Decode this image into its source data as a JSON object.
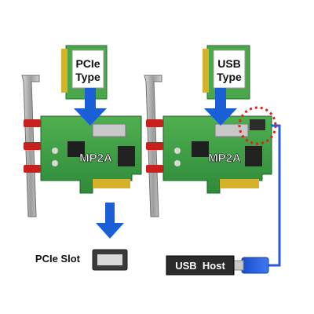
{
  "left_panel": {
    "card_label_line1": "PCIe",
    "card_label_line2": "Type",
    "board_label": "MP2A",
    "slot_label": "PCIe Slot"
  },
  "right_panel": {
    "card_label_line1": "USB",
    "card_label_line2": "Type",
    "board_label": "MP2A",
    "host_label": "USB  Host"
  },
  "colors": {
    "arrow_blue": "#1b5fd6",
    "pcb_green": "#3f9f45",
    "antenna_red": "#c8211d",
    "cable_blue": "#2a5bd8",
    "highlight_red": "#e0201a",
    "host_box": "#2b2b2b"
  }
}
